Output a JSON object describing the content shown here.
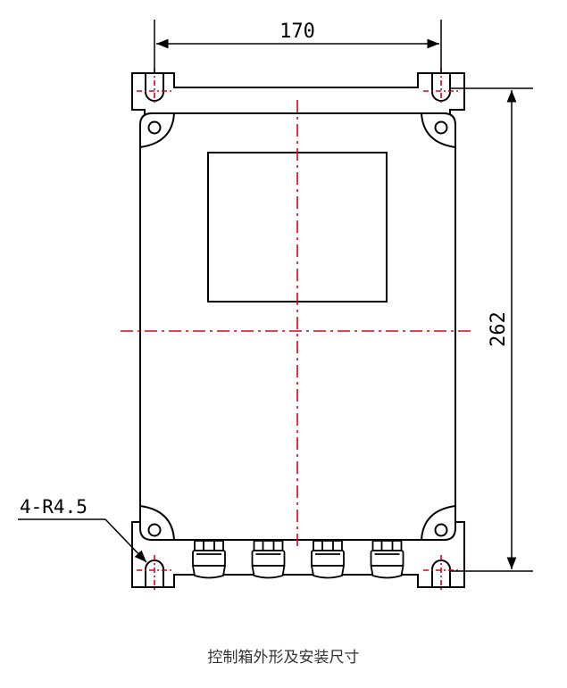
{
  "dimensions": {
    "width_label": "170",
    "height_label": "262",
    "hole_callout": "4-R4.5"
  },
  "caption": "控制箱外形及安装尺寸",
  "colors": {
    "outline": "#000000",
    "centerline": "#e0001a",
    "caption_text": "#333333"
  },
  "parts": {
    "cable_glands_count": 4,
    "mounting_holes_count": 4
  }
}
